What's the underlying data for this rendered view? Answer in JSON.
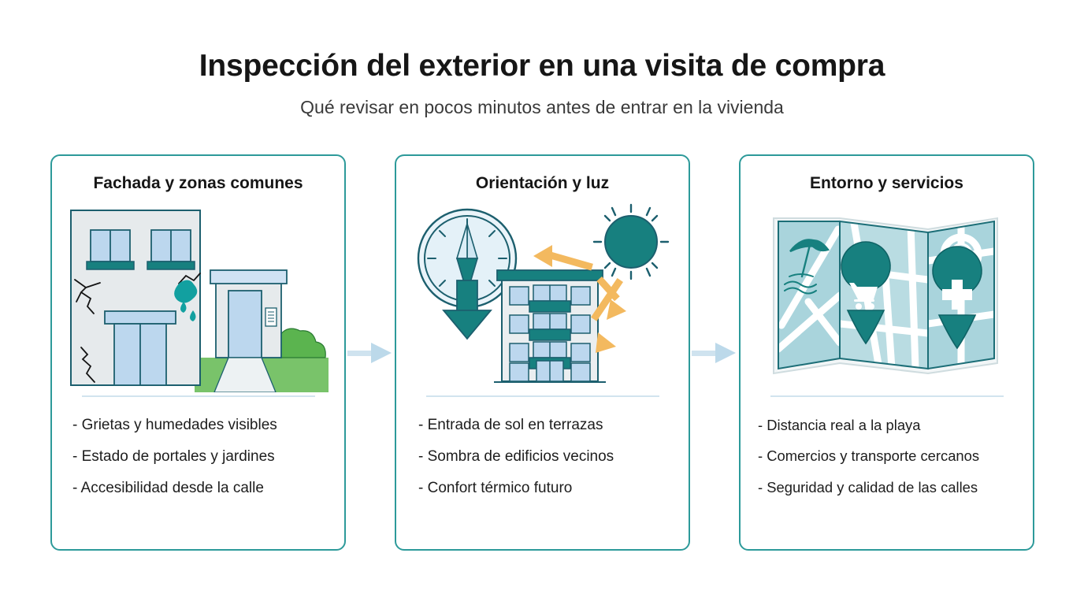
{
  "header": {
    "title": "Inspección del exterior en una visita de compra",
    "subtitle": "Qué revisar en pocos minutos antes de entrar en la vivienda"
  },
  "theme": {
    "teal": "#17807f",
    "teal_border": "#2d9a9a",
    "light_blue": "#bcd7ee",
    "pale_blue": "#d2e4ef",
    "orange": "#f3b95f",
    "wall_gray": "#e6eaec",
    "green": "#79c36a",
    "map_blue": "#a9d4dc",
    "ink": "#16555f",
    "text": "#1d1d1d"
  },
  "cards": [
    {
      "id": "fachada",
      "title": "Fachada y zonas comunes",
      "illustration": "building-facade-illustration",
      "bullets": [
        "- Grietas y humedades visibles",
        "- Estado de portales y jardines",
        "- Accesibilidad desde la calle"
      ]
    },
    {
      "id": "orientacion",
      "title": "Orientación y luz",
      "illustration": "compass-sun-building-illustration",
      "bullets": [
        "- Entrada de sol en terrazas",
        "- Sombra de edificios vecinos",
        "- Confort térmico futuro"
      ]
    },
    {
      "id": "entorno",
      "title": "Entorno y servicios",
      "illustration": "folded-map-illustration",
      "bullets": [
        "- Distancia real a la playa",
        "- Comercios y transporte cercanos",
        "- Seguridad y calidad de las calles"
      ]
    }
  ],
  "connectors": [
    {
      "id": "connector-1",
      "icon": "arrow-right-icon"
    },
    {
      "id": "connector-2",
      "icon": "arrow-right-icon"
    }
  ]
}
